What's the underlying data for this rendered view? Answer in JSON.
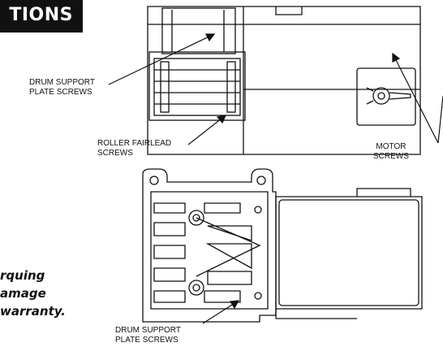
{
  "header": {
    "tab_text": "TIONS"
  },
  "callouts": {
    "drum_support_top": [
      "DRUM SUPPORT",
      "PLATE SCREWS"
    ],
    "roller_fairlead": [
      "ROLLER FAIRLEAD",
      "SCREWS"
    ],
    "motor": [
      "MOTOR",
      "SCREWS"
    ],
    "drum_support_bottom": [
      "DRUM SUPPORT",
      "PLATE SCREWS"
    ]
  },
  "warning": {
    "lines": [
      "rquing",
      "amage",
      "warranty."
    ]
  },
  "icons": {
    "knob": "fastener-knob-icon"
  }
}
